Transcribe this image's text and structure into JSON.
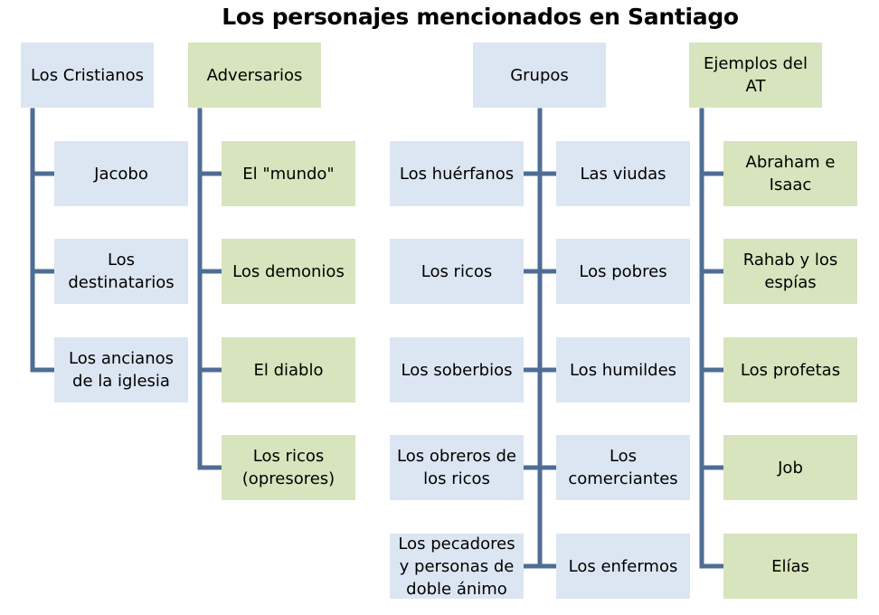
{
  "title": "Los personajes mencionados en Santiago",
  "colors": {
    "blue": "#dce6f2",
    "green": "#d7e4bd",
    "connector": "#4f6d94"
  },
  "headers": {
    "cristianos": "Los Cristianos",
    "adversarios": "Adversarios",
    "grupos": "Grupos",
    "ejemplos": "Ejemplos del AT"
  },
  "cristianos": [
    "Jacobo",
    "Los destinatarios",
    "Los ancianos de la iglesia"
  ],
  "adversarios": [
    "El \"mundo\"",
    "Los demonios",
    "El diablo",
    "Los ricos (opresores)"
  ],
  "grupos_left": [
    "Los huérfanos",
    "Los ricos",
    "Los soberbios",
    "Los obreros de los ricos",
    "Los pecadores y personas de doble ánimo"
  ],
  "grupos_right": [
    "Las viudas",
    "Los pobres",
    "Los humildes",
    "Los comerciantes",
    "Los enfermos"
  ],
  "ejemplos": [
    "Abraham e Isaac",
    "Rahab y los espías",
    "Los profetas",
    "Job",
    "Elías"
  ]
}
